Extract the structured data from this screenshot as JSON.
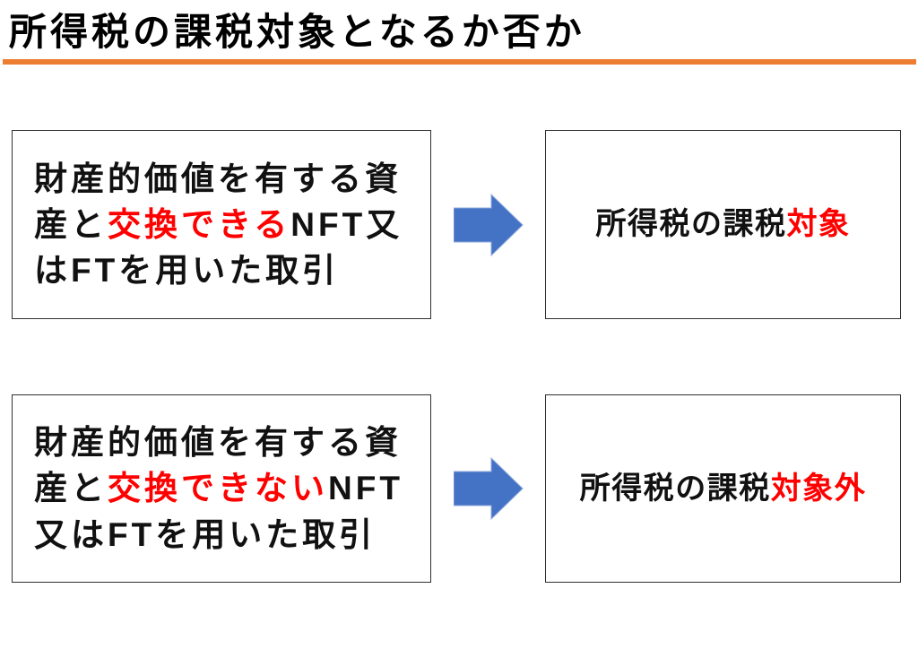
{
  "title": "所得税の課税対象となるか否か",
  "colors": {
    "text": "#111111",
    "highlight_red": "#ff0000",
    "arrow_blue": "#4472c4",
    "divider_orange": "#ed7d31",
    "box_border": "#2f2f2f",
    "background": "#ffffff"
  },
  "icons": {
    "flow_arrow": "right-arrow"
  },
  "rows": [
    {
      "condition_lines": [
        [
          {
            "text": "財産的価値を有する資"
          }
        ],
        [
          {
            "text": "産と"
          },
          {
            "text": "交換できる",
            "red": true
          },
          {
            "text": "NFT又"
          }
        ],
        [
          {
            "text": "はFTを用いた取引"
          }
        ]
      ],
      "result_lines": [
        [
          {
            "text": "所得税の課税"
          },
          {
            "text": "対象",
            "red": true
          }
        ]
      ]
    },
    {
      "condition_lines": [
        [
          {
            "text": "財産的価値を有する資"
          }
        ],
        [
          {
            "text": "産と"
          },
          {
            "text": "交換できない",
            "red": true
          },
          {
            "text": "NFT"
          }
        ],
        [
          {
            "text": "又はFTを用いた取引"
          }
        ]
      ],
      "result_lines": [
        [
          {
            "text": "所得税の課税"
          },
          {
            "text": "対象外",
            "red": true
          }
        ]
      ]
    }
  ]
}
